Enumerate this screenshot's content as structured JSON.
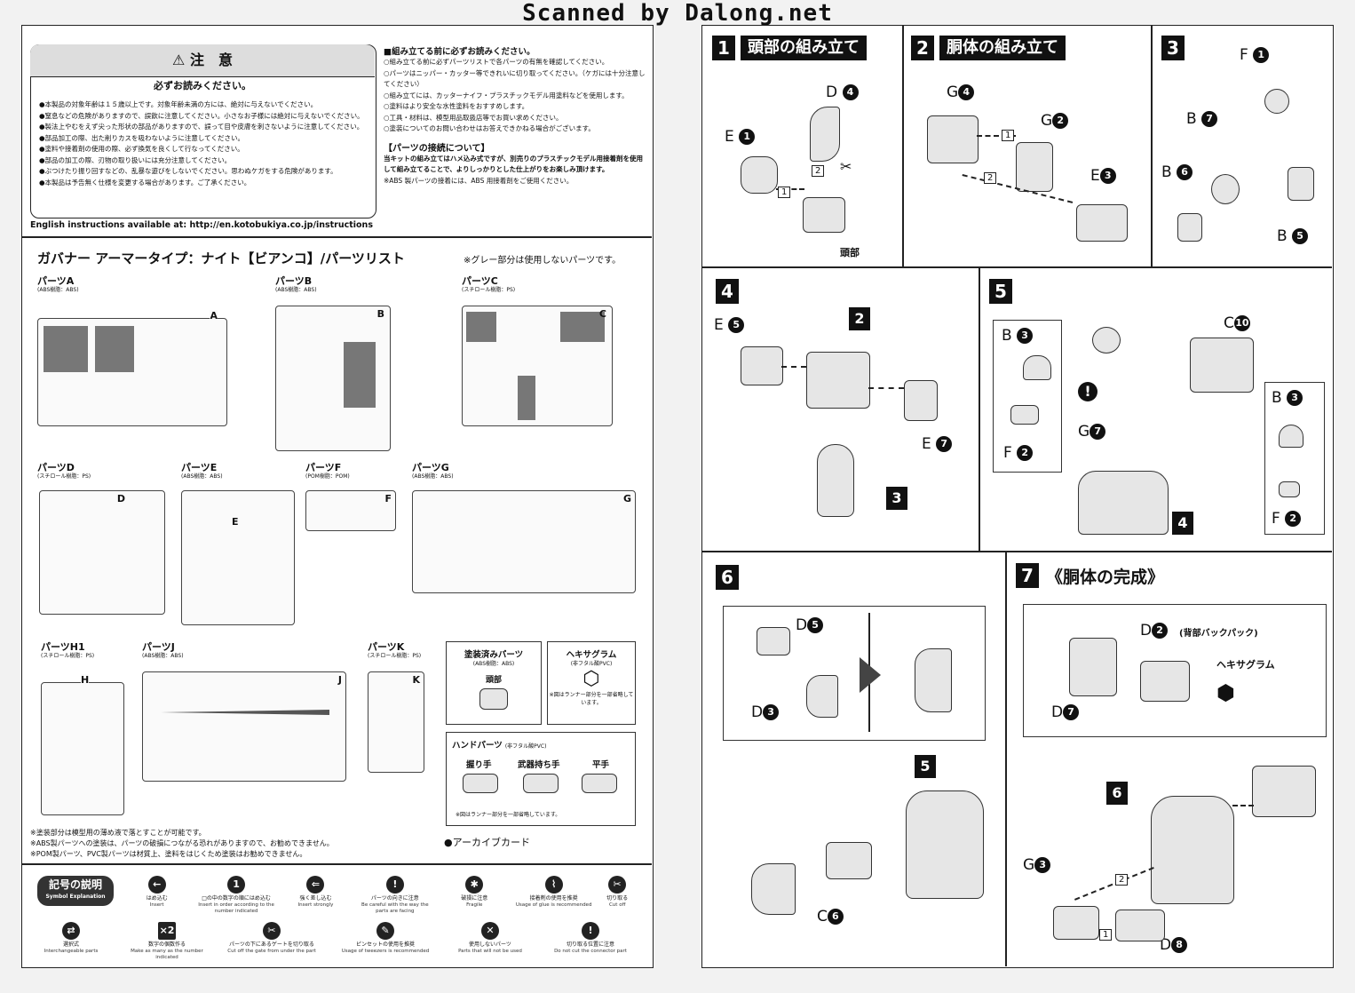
{
  "scan_header": "Scanned by Dalong.net",
  "left": {
    "caution": {
      "title": "注　意",
      "subtitle": "必ずお読みください。",
      "items": [
        "●本製品の対象年齢は１５歳以上です。対象年齢未満の方には、絶対に与えないでください。",
        "●窒息などの危険がありますので、誤飲に注意してください。小さなお子様には絶対に与えないでください。",
        "●製法上やむをえず尖った形状の部品がありますので、誤って目や皮膚を刺さないように注意してください。",
        "●部品加工の際、出た削りカスを吸わないように注意してください。",
        "●塗料や接着剤の使用の際、必ず換気を良くして行なってください。",
        "●部品の加工の際、刃物の取り扱いには充分注意してください。",
        "●ぶつけたり振り回すなどの、乱暴な遊びをしないでください。思わぬケガをする危険があります。",
        "●本製品は予告無く仕様を変更する場合があります。ご了承ください。"
      ],
      "english": "English instructions available at: http://en.kotobukiya.co.jp/instructions"
    },
    "before": {
      "heading": "■組み立てる前に必ずお読みください。",
      "items": [
        "○組み立てる前に必ずパーツリストで各パーツの有無を確認してください。",
        "○パーツはニッパー・カッター等できれいに切り取ってください。（ケガには十分注意してください）",
        "○組み立てには、カッターナイフ・プラスチックモデル用塗料などを使用します。",
        "○塗料はより安全な水性塗料をおすすめします。",
        "○工具・材料は、模型用品取扱店等でお買い求めください。",
        "○塗装についてのお問い合わせはお答えできかねる場合がございます。"
      ],
      "connection_heading": "【パーツの接続について】",
      "connection_text": "当キットの組み立てはハメ込み式ですが、別売りのプラスチックモデル用接着剤を使用して組み立てることで、よりしっかりとした仕上がりをお楽しみ頂けます。",
      "connection_note": "※ABS 製パーツの接着には、ABS 用接着剤をご使用ください。"
    },
    "parts_list": {
      "title": "ガバナー アーマータイプ：ナイト【ビアンコ】/パーツリスト",
      "gray_note": "※グレー部分は使用しないパーツです。",
      "runners": [
        {
          "name": "パーツA",
          "material": "(ABS樹脂：ABS)",
          "tag": "A"
        },
        {
          "name": "パーツB",
          "material": "(ABS樹脂：ABS)",
          "tag": "B"
        },
        {
          "name": "パーツC",
          "material": "(スチロール樹脂：PS)",
          "tag": "C"
        },
        {
          "name": "パーツD",
          "material": "(スチロール樹脂：PS)",
          "tag": "D"
        },
        {
          "name": "パーツE",
          "material": "(ABS樹脂：ABS)",
          "tag": "E"
        },
        {
          "name": "パーツF",
          "material": "(POM樹脂：POM)",
          "tag": "F"
        },
        {
          "name": "パーツG",
          "material": "(ABS樹脂：ABS)",
          "tag": "G"
        },
        {
          "name": "パーツH1",
          "material": "(スチロール樹脂：PS)",
          "tag": "H"
        },
        {
          "name": "パーツJ",
          "material": "(ABS樹脂：ABS)",
          "tag": "J"
        },
        {
          "name": "パーツK",
          "material": "(スチロール樹脂：PS)",
          "tag": "K"
        }
      ],
      "painted": {
        "title": "塗装済みパーツ",
        "material": "(ABS樹脂：ABS)",
        "part": "頭部"
      },
      "hexagram": {
        "title": "ヘキサグラム",
        "material": "(非フタル酸PVC)",
        "note": "※図はランナー部分を一部省略しています。"
      },
      "hands": {
        "title": "ハンドパーツ",
        "material": "(非フタル酸PVC)",
        "types": [
          "握り手",
          "武器持ち手",
          "平手"
        ],
        "note": "※図はランナー部分を一部省略しています。"
      },
      "archive_card": "●アーカイブカード",
      "footnotes": [
        "※塗装部分は模型用の薄め液で落とすことが可能です。",
        "※ABS製パーツへの塗装は、パーツの破損につながる恐れがありますので、お勧めできません。",
        "※POM製パーツ、PVC製パーツは材質上、塗料をはじくため塗装はお勧めできません。"
      ]
    },
    "symbols": {
      "title": "記号の説明",
      "subtitle": "Symbol Explanation",
      "row1": [
        {
          "icon": "←",
          "jp": "はめ込む",
          "en": "Insert"
        },
        {
          "icon": "1",
          "jp": "□の中の数字の順にはめ込む",
          "en": "Insert in order according to the number indicated"
        },
        {
          "icon": "⇐",
          "jp": "強く差し込む",
          "en": "Insert strongly"
        },
        {
          "icon": "!",
          "jp": "パーツの向きに注意",
          "en": "Be careful with the way the parts are facing"
        },
        {
          "icon": "✱",
          "jp": "破損に注意",
          "en": "Fragile"
        },
        {
          "icon": "⌇",
          "jp": "接着剤の使用を推奨",
          "en": "Usage of glue is recommended"
        },
        {
          "icon": "✂",
          "jp": "切り取る",
          "en": "Cut off"
        }
      ],
      "row2": [
        {
          "icon": "⇄",
          "jp": "選択式",
          "en": "Interchangeable parts"
        },
        {
          "icon": "×2",
          "jp": "数字の個数作る",
          "en": "Make as many as the number indicated"
        },
        {
          "icon": "✂",
          "jp": "パーツの下にあるゲートを切り取る",
          "en": "Cut off the gate from under the part"
        },
        {
          "icon": "✎",
          "jp": "ピンセットの使用を推奨",
          "en": "Usage of tweezers is recommended"
        },
        {
          "icon": "✕",
          "jp": "使用しないパーツ",
          "en": "Parts that will not be used"
        },
        {
          "icon": "!",
          "jp": "切り取る位置に注意",
          "en": "Do not cut the connector part"
        }
      ]
    }
  },
  "right": {
    "steps": [
      {
        "num": "1",
        "title": "頭部の組み立て",
        "labels": [
          "E",
          "D",
          "頭部"
        ],
        "nums": [
          "1",
          "4"
        ]
      },
      {
        "num": "2",
        "title": "胴体の組み立て",
        "labels": [
          "G",
          "G",
          "E"
        ],
        "nums": [
          "4",
          "2",
          "3"
        ]
      },
      {
        "num": "3",
        "title": "",
        "labels": [
          "F",
          "B",
          "B",
          "B"
        ],
        "nums": [
          "1",
          "7",
          "6",
          "5"
        ]
      },
      {
        "num": "4",
        "title": "",
        "labels": [
          "E",
          "E"
        ],
        "nums": [
          "5",
          "7"
        ],
        "parts": [
          "2",
          "3"
        ]
      },
      {
        "num": "5",
        "title": "",
        "labels": [
          "B",
          "F",
          "C",
          "G",
          "B",
          "F"
        ],
        "nums": [
          "3",
          "2",
          "10",
          "7",
          "3",
          "2"
        ],
        "parts": [
          "4"
        ]
      },
      {
        "num": "6",
        "title": "",
        "labels": [
          "D",
          "D",
          "C"
        ],
        "nums": [
          "5",
          "3",
          "6"
        ],
        "parts": [
          "5"
        ]
      },
      {
        "num": "7",
        "title": "《胴体の完成》",
        "labels": [
          "D",
          "D",
          "G",
          "D"
        ],
        "nums": [
          "2",
          "7",
          "3",
          "8"
        ],
        "notes": [
          "(背部バックパック)",
          "ヘキサグラム"
        ],
        "parts": [
          "6"
        ]
      }
    ],
    "order_marks": [
      "1",
      "2"
    ]
  },
  "colors": {
    "ink": "#111111",
    "paper": "#ffffff",
    "background": "#f2f2f2",
    "gray_part": "#777777"
  }
}
